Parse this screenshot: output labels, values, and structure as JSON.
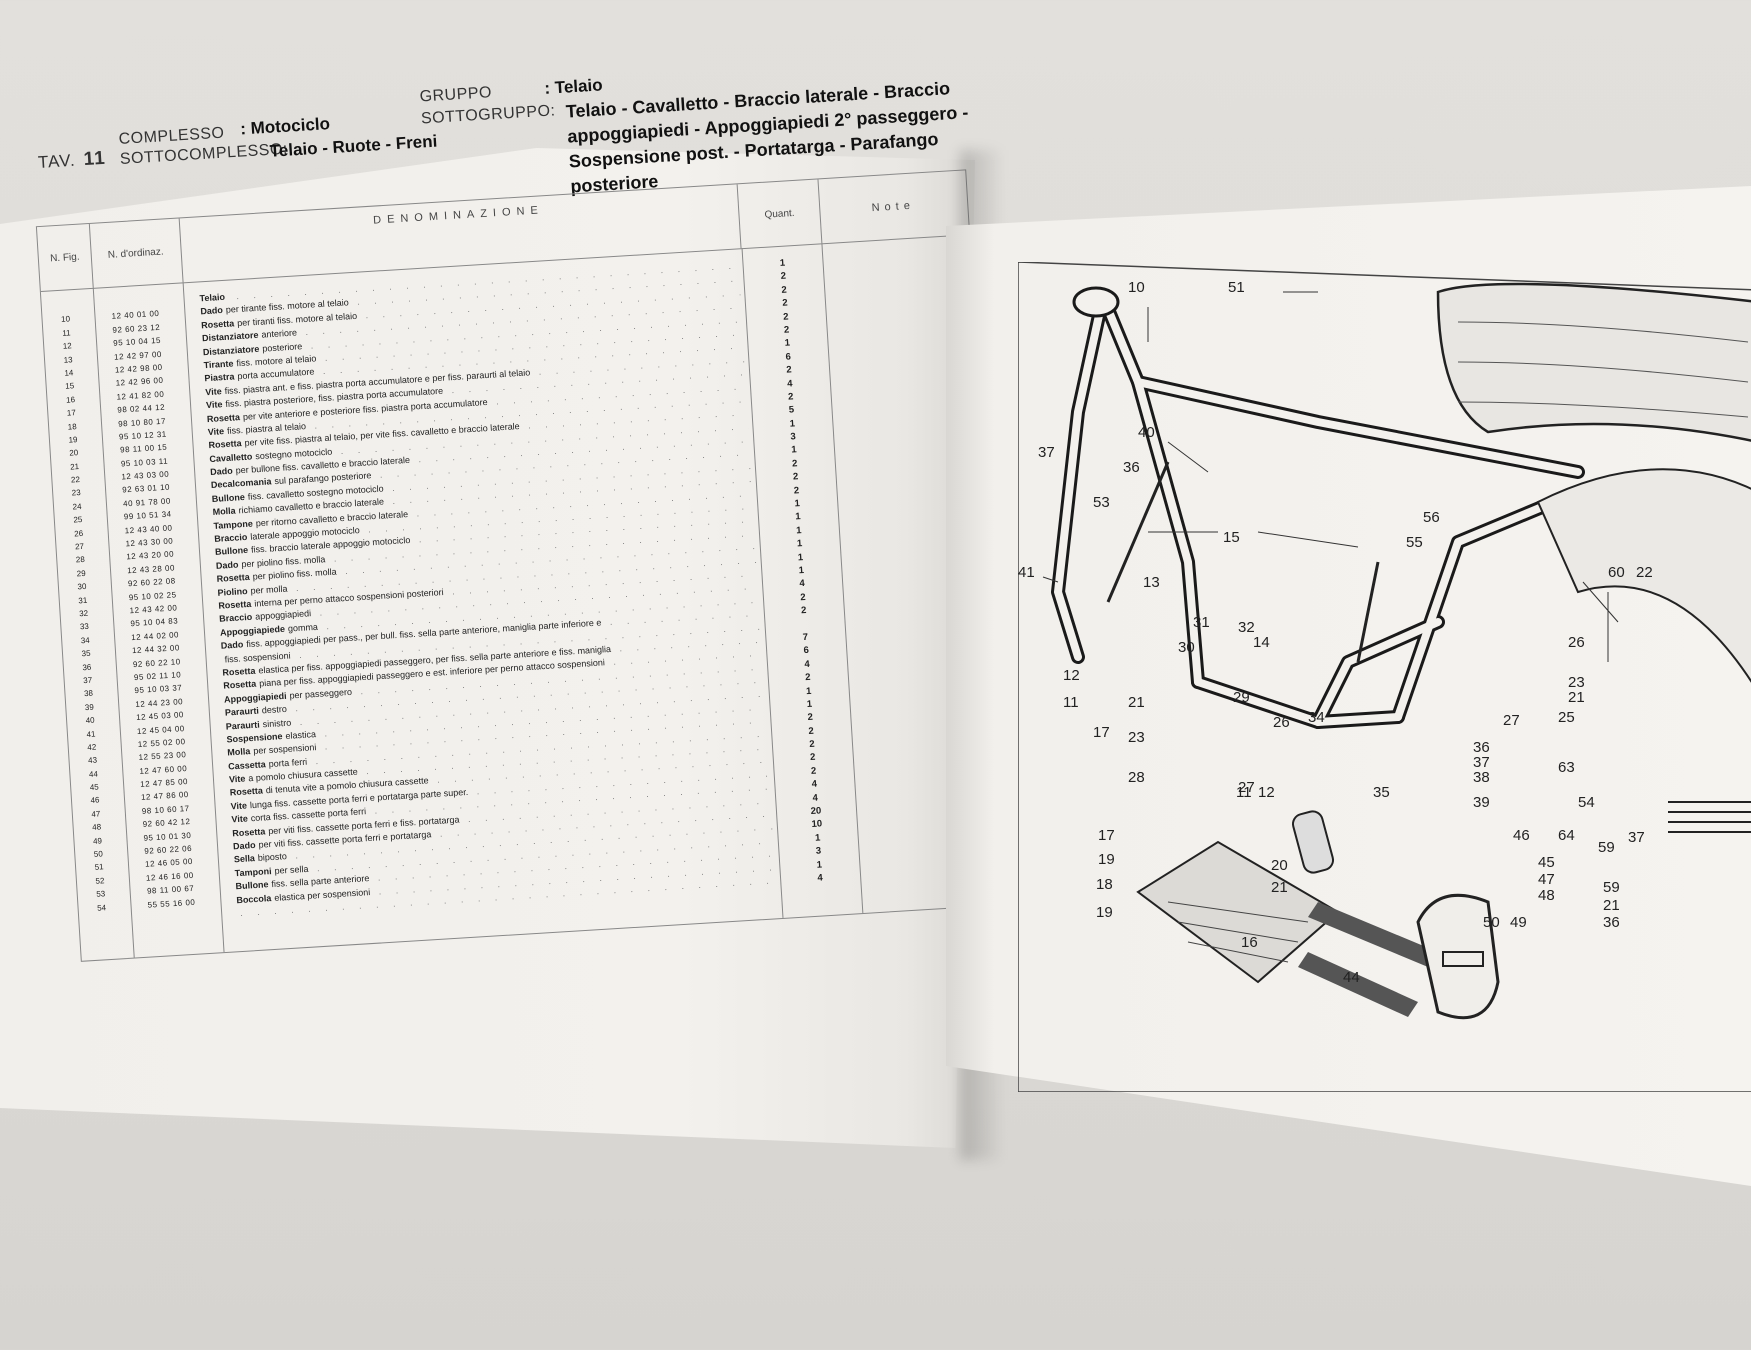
{
  "header": {
    "tav_label": "TAV.",
    "tav_number": "11",
    "complesso_label": "COMPLESSO",
    "complesso_value": ": Motociclo",
    "sottocomplesso_label": "SOTTOCOMPLESSO:",
    "sottocomplesso_value": "Telaio - Ruote - Freni",
    "gruppo_label": "GRUPPO",
    "gruppo_value": ": Telaio",
    "sottogruppo_label": "SOTTOGRUPPO:",
    "sottogruppo_value": "Telaio - Cavalletto - Braccio laterale - Braccio appoggiapiedi - Appoggiapiedi 2° passeggero - Sospensione post. - Portatarga - Parafango posteriore"
  },
  "table": {
    "col_fig": "N. Fig.",
    "col_order": "N. d'ordinaz.",
    "col_denom": "DENOMINAZIONE",
    "col_qty": "Quant.",
    "col_note": "Note",
    "rows": [
      {
        "fig": "",
        "code": "",
        "name_bold": "Telaio",
        "name_rest": "",
        "qty": "1"
      },
      {
        "fig": "10",
        "code": "12 40 01 00",
        "name_bold": "Dado",
        "name_rest": "per tirante fiss. motore al telaio",
        "qty": "2"
      },
      {
        "fig": "11",
        "code": "92 60 23 12",
        "name_bold": "Rosetta",
        "name_rest": "per tiranti fiss. motore al telaio",
        "qty": "2"
      },
      {
        "fig": "12",
        "code": "95 10 04 15",
        "name_bold": "Distanziatore",
        "name_rest": "anteriore",
        "qty": "2"
      },
      {
        "fig": "13",
        "code": "12 42 97 00",
        "name_bold": "Distanziatore",
        "name_rest": "posteriore",
        "qty": "2"
      },
      {
        "fig": "14",
        "code": "12 42 98 00",
        "name_bold": "Tirante",
        "name_rest": "fiss. motore al telaio",
        "qty": "2"
      },
      {
        "fig": "15",
        "code": "12 42 96 00",
        "name_bold": "Piastra",
        "name_rest": "porta accumulatore",
        "qty": "1"
      },
      {
        "fig": "16",
        "code": "12 41 82 00",
        "name_bold": "Vite",
        "name_rest": "fiss. piastra ant. e fiss. piastra porta accumulatore e per fiss. paraurti al telaio",
        "qty": "6"
      },
      {
        "fig": "17",
        "code": "98 02 44 12",
        "name_bold": "Vite",
        "name_rest": "fiss. piastra posteriore, fiss. piastra porta accumulatore",
        "qty": "2"
      },
      {
        "fig": "18",
        "code": "98 10 80 17",
        "name_bold": "Rosetta",
        "name_rest": "per vite anteriore e posteriore fiss. piastra porta accumulatore",
        "qty": "4"
      },
      {
        "fig": "19",
        "code": "95 10 12 31",
        "name_bold": "Vite",
        "name_rest": "fiss. piastra al telaio",
        "qty": "2"
      },
      {
        "fig": "20",
        "code": "98 11 00 15",
        "name_bold": "Rosetta",
        "name_rest": "per vite fiss. piastra al telaio, per vite fiss. cavalletto e braccio laterale",
        "qty": "5"
      },
      {
        "fig": "21",
        "code": "95 10 03 11",
        "name_bold": "Cavalletto",
        "name_rest": "sostegno motociclo",
        "qty": "1"
      },
      {
        "fig": "22",
        "code": "12 43 03 00",
        "name_bold": "Dado",
        "name_rest": "per bullone fiss. cavalletto e braccio laterale",
        "qty": "3"
      },
      {
        "fig": "23",
        "code": "92 63 01 10",
        "name_bold": "Decalcomania",
        "name_rest": "sul parafango posteriore",
        "qty": "1"
      },
      {
        "fig": "24",
        "code": "40 91 78 00",
        "name_bold": "Bullone",
        "name_rest": "fiss. cavalletto sostegno motociclo",
        "qty": "2"
      },
      {
        "fig": "25",
        "code": "99 10 51 34",
        "name_bold": "Molla",
        "name_rest": "richiamo cavalletto e braccio laterale",
        "qty": "2"
      },
      {
        "fig": "26",
        "code": "12 43 40 00",
        "name_bold": "Tampone",
        "name_rest": "per ritorno cavalletto e braccio laterale",
        "qty": "2"
      },
      {
        "fig": "27",
        "code": "12 43 30 00",
        "name_bold": "Braccio",
        "name_rest": "laterale appoggio motociclo",
        "qty": "1"
      },
      {
        "fig": "28",
        "code": "12 43 20 00",
        "name_bold": "Bullone",
        "name_rest": "fiss. braccio laterale appoggio motociclo",
        "qty": "1"
      },
      {
        "fig": "29",
        "code": "12 43 28 00",
        "name_bold": "Dado",
        "name_rest": "per piolino fiss. molla",
        "qty": "1"
      },
      {
        "fig": "30",
        "code": "92 60 22 08",
        "name_bold": "Rosetta",
        "name_rest": "per piolino fiss. molla",
        "qty": "1"
      },
      {
        "fig": "31",
        "code": "95 10 02 25",
        "name_bold": "Piolino",
        "name_rest": "per molla",
        "qty": "1"
      },
      {
        "fig": "32",
        "code": "12 43 42 00",
        "name_bold": "Rosetta",
        "name_rest": "interna per perno attacco sospensioni posteriori",
        "qty": "1"
      },
      {
        "fig": "33",
        "code": "95 10 04 83",
        "name_bold": "Braccio",
        "name_rest": "appoggiapiedi",
        "qty": "4"
      },
      {
        "fig": "34",
        "code": "12 44 02 00",
        "name_bold": "Appoggiapiede",
        "name_rest": "gomma",
        "qty": "2"
      },
      {
        "fig": "35",
        "code": "12 44 32 00",
        "name_bold": "Dado",
        "name_rest": "fiss. appoggiapiedi per pass., per bull. fiss. sella parte anteriore, maniglia parte inferiore e",
        "qty": "2"
      },
      {
        "fig": "36",
        "code": "92 60 22 10",
        "name_bold": "",
        "name_rest": "fiss. sospensioni",
        "qty": ""
      },
      {
        "fig": "37",
        "code": "95 02 11 10",
        "name_bold": "Rosetta",
        "name_rest": "elastica per fiss. appoggiapiedi passeggero, per fiss. sella parte anteriore e fiss. maniglia",
        "qty": "7"
      },
      {
        "fig": "38",
        "code": "95 10 03 37",
        "name_bold": "Rosetta",
        "name_rest": "piana per fiss. appoggiapiedi passeggero e est. inferiore per perno attacco sospensioni",
        "qty": "6"
      },
      {
        "fig": "39",
        "code": "12 44 23 00",
        "name_bold": "Appoggiapiedi",
        "name_rest": "per passeggero",
        "qty": "4"
      },
      {
        "fig": "40",
        "code": "12 45 03 00",
        "name_bold": "Paraurti",
        "name_rest": "destro",
        "qty": "2"
      },
      {
        "fig": "41",
        "code": "12 45 04 00",
        "name_bold": "Paraurti",
        "name_rest": "sinistro",
        "qty": "1"
      },
      {
        "fig": "42",
        "code": "12 55 02 00",
        "name_bold": "Sospensione",
        "name_rest": "elastica",
        "qty": "1"
      },
      {
        "fig": "43",
        "code": "12 55 23 00",
        "name_bold": "Molla",
        "name_rest": "per sospensioni",
        "qty": "2"
      },
      {
        "fig": "44",
        "code": "12 47 60 00",
        "name_bold": "Cassetta",
        "name_rest": "porta ferri",
        "qty": "2"
      },
      {
        "fig": "45",
        "code": "12 47 85 00",
        "name_bold": "Vite",
        "name_rest": "a pomolo chiusura cassette",
        "qty": "2"
      },
      {
        "fig": "46",
        "code": "12 47 86 00",
        "name_bold": "Rosetta",
        "name_rest": "di tenuta vite a pomolo chiusura cassette",
        "qty": "2"
      },
      {
        "fig": "47",
        "code": "98 10 60 17",
        "name_bold": "Vite",
        "name_rest": "lunga fiss. cassette porta ferri e portatarga parte super.",
        "qty": "2"
      },
      {
        "fig": "48",
        "code": "92 60 42 12",
        "name_bold": "Vite",
        "name_rest": "corta fiss. cassette porta ferri",
        "qty": "4"
      },
      {
        "fig": "49",
        "code": "95 10 01 30",
        "name_bold": "Rosetta",
        "name_rest": "per viti fiss. cassette porta ferri e fiss. portatarga",
        "qty": "4"
      },
      {
        "fig": "50",
        "code": "92 60 22 06",
        "name_bold": "Dado",
        "name_rest": "per viti fiss. cassette porta ferri e portatarga",
        "qty": "20"
      },
      {
        "fig": "51",
        "code": "12 46 05 00",
        "name_bold": "Sella",
        "name_rest": "biposto",
        "qty": "10"
      },
      {
        "fig": "52",
        "code": "12 46 16 00",
        "name_bold": "Tamponi",
        "name_rest": "per sella",
        "qty": "1"
      },
      {
        "fig": "53",
        "code": "98 11 00 67",
        "name_bold": "Bullone",
        "name_rest": "fiss. sella parte anteriore",
        "qty": "3"
      },
      {
        "fig": "54",
        "code": "55 55 16 00",
        "name_bold": "Boccola",
        "name_rest": "elastica per sospensioni",
        "qty": "1"
      },
      {
        "fig": "",
        "code": "",
        "name_bold": "",
        "name_rest": "",
        "qty": "4"
      }
    ]
  },
  "diagram": {
    "callouts": [
      "10",
      "51",
      "40",
      "37",
      "36",
      "53",
      "15",
      "56",
      "55",
      "60",
      "22",
      "41",
      "13",
      "31",
      "32",
      "30",
      "14",
      "26",
      "12",
      "11",
      "21",
      "29",
      "26",
      "34",
      "25",
      "27",
      "17",
      "23",
      "28",
      "27",
      "11",
      "12",
      "35",
      "36",
      "37",
      "38",
      "63",
      "23",
      "21",
      "39",
      "54",
      "17",
      "19",
      "18",
      "20",
      "21",
      "19",
      "16",
      "44",
      "46",
      "64",
      "59",
      "45",
      "47",
      "48",
      "50",
      "49",
      "59",
      "21",
      "36",
      "37"
    ]
  }
}
